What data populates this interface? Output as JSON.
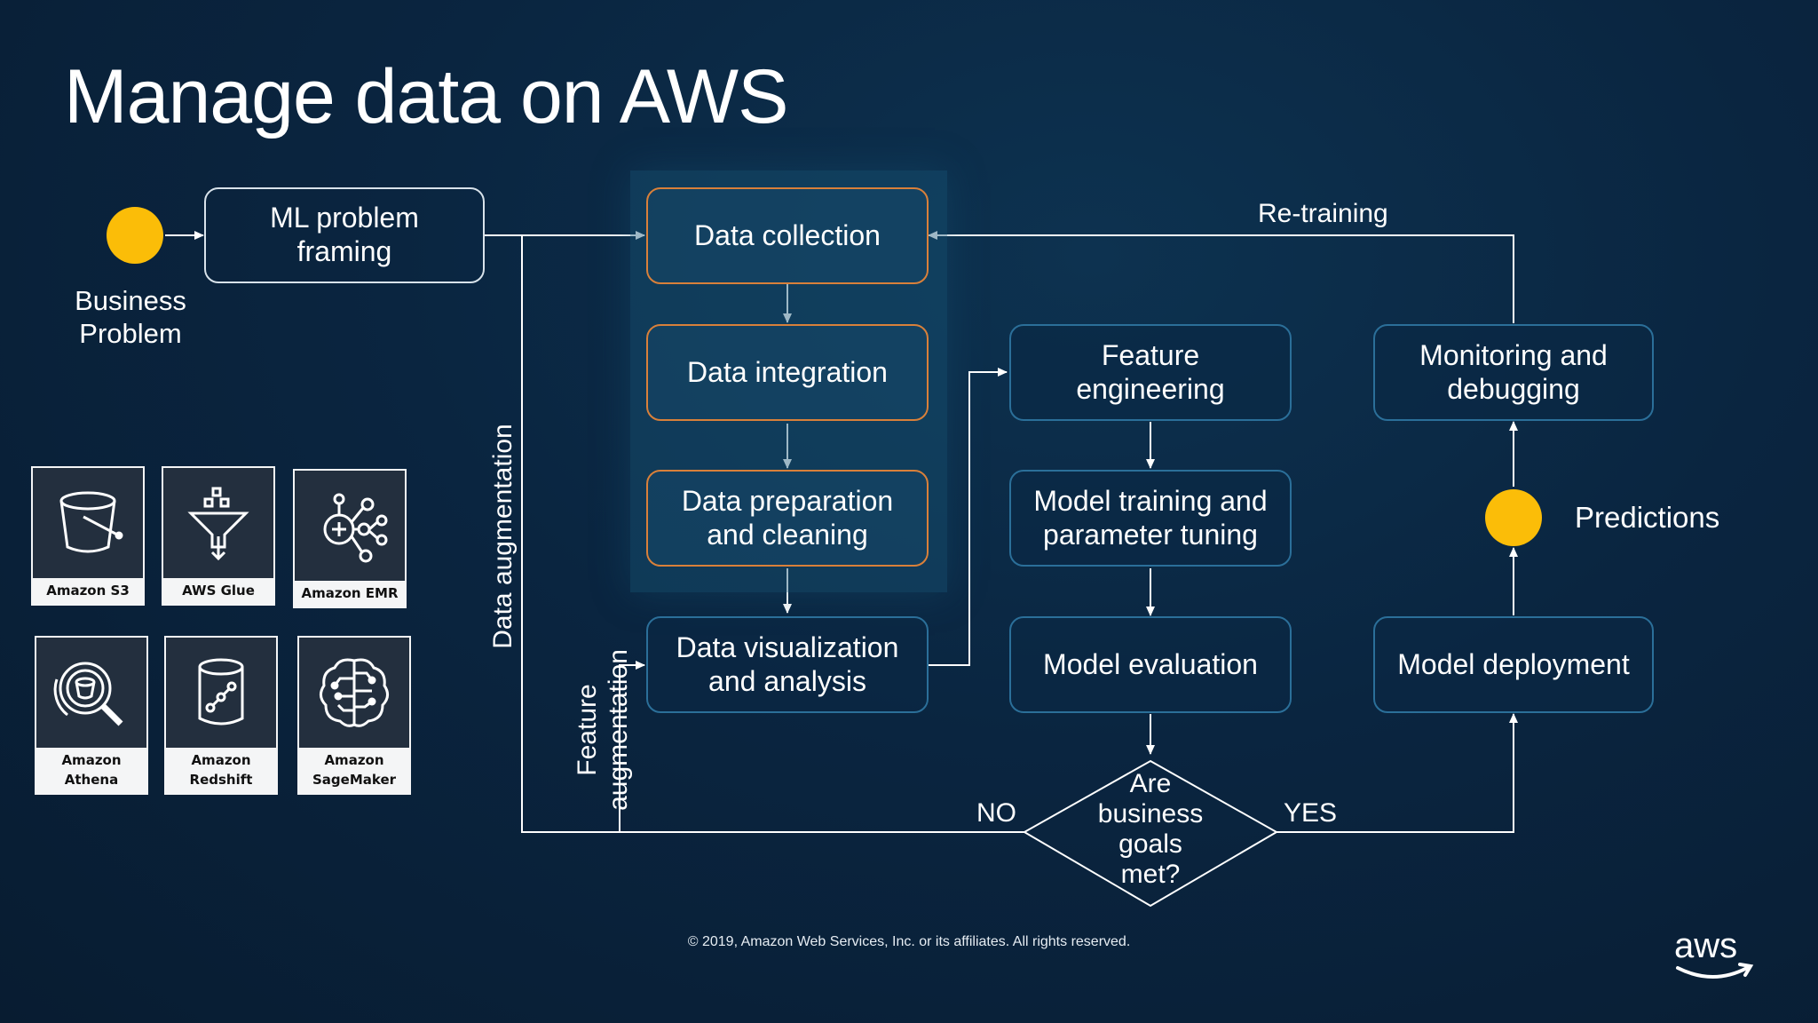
{
  "title": "Manage data on AWS",
  "start": {
    "label_line1": "Business",
    "label_line2": "Problem"
  },
  "framing": {
    "label_line1": "ML problem",
    "label_line2": "framing"
  },
  "pipeline": {
    "data_collection": "Data collection",
    "data_integration": "Data integration",
    "data_prep_line1": "Data preparation",
    "data_prep_line2": "and cleaning",
    "data_viz_line1": "Data visualization",
    "data_viz_line2": "and analysis",
    "feature_eng_line1": "Feature",
    "feature_eng_line2": "engineering",
    "training_line1": "Model training and",
    "training_line2": "parameter tuning",
    "evaluation": "Model evaluation",
    "decision_line1": "Are",
    "decision_line2": "business",
    "decision_line3": "goals",
    "decision_line4": "met?",
    "no": "NO",
    "yes": "YES",
    "deployment": "Model deployment",
    "monitoring_line1": "Monitoring and",
    "monitoring_line2": "debugging",
    "predictions": "Predictions",
    "retraining": "Re-training",
    "data_augmentation": "Data augmentation",
    "feature_aug_line1": "Feature",
    "feature_aug_line2": "augmentation"
  },
  "services": [
    {
      "name": "Amazon S3",
      "icon": "bucket-icon"
    },
    {
      "name": "AWS Glue",
      "icon": "funnel-icon"
    },
    {
      "name": "Amazon EMR",
      "icon": "cluster-icon"
    },
    {
      "name_line1": "Amazon",
      "name_line2": "Athena",
      "icon": "magnifier-icon"
    },
    {
      "name_line1": "Amazon",
      "name_line2": "Redshift",
      "icon": "database-icon"
    },
    {
      "name_line1": "Amazon",
      "name_line2": "SageMaker",
      "icon": "brain-icon"
    }
  ],
  "footer": "© 2019, Amazon Web Services, Inc. or its affiliates. All rights reserved.",
  "logo": "aws",
  "colors": {
    "background": "#0a2540",
    "accent_dot": "#fbbd08",
    "box_border_blue": "#2b6f99",
    "box_border_orange": "#d9803a",
    "aws_smile": "#ffffff"
  }
}
